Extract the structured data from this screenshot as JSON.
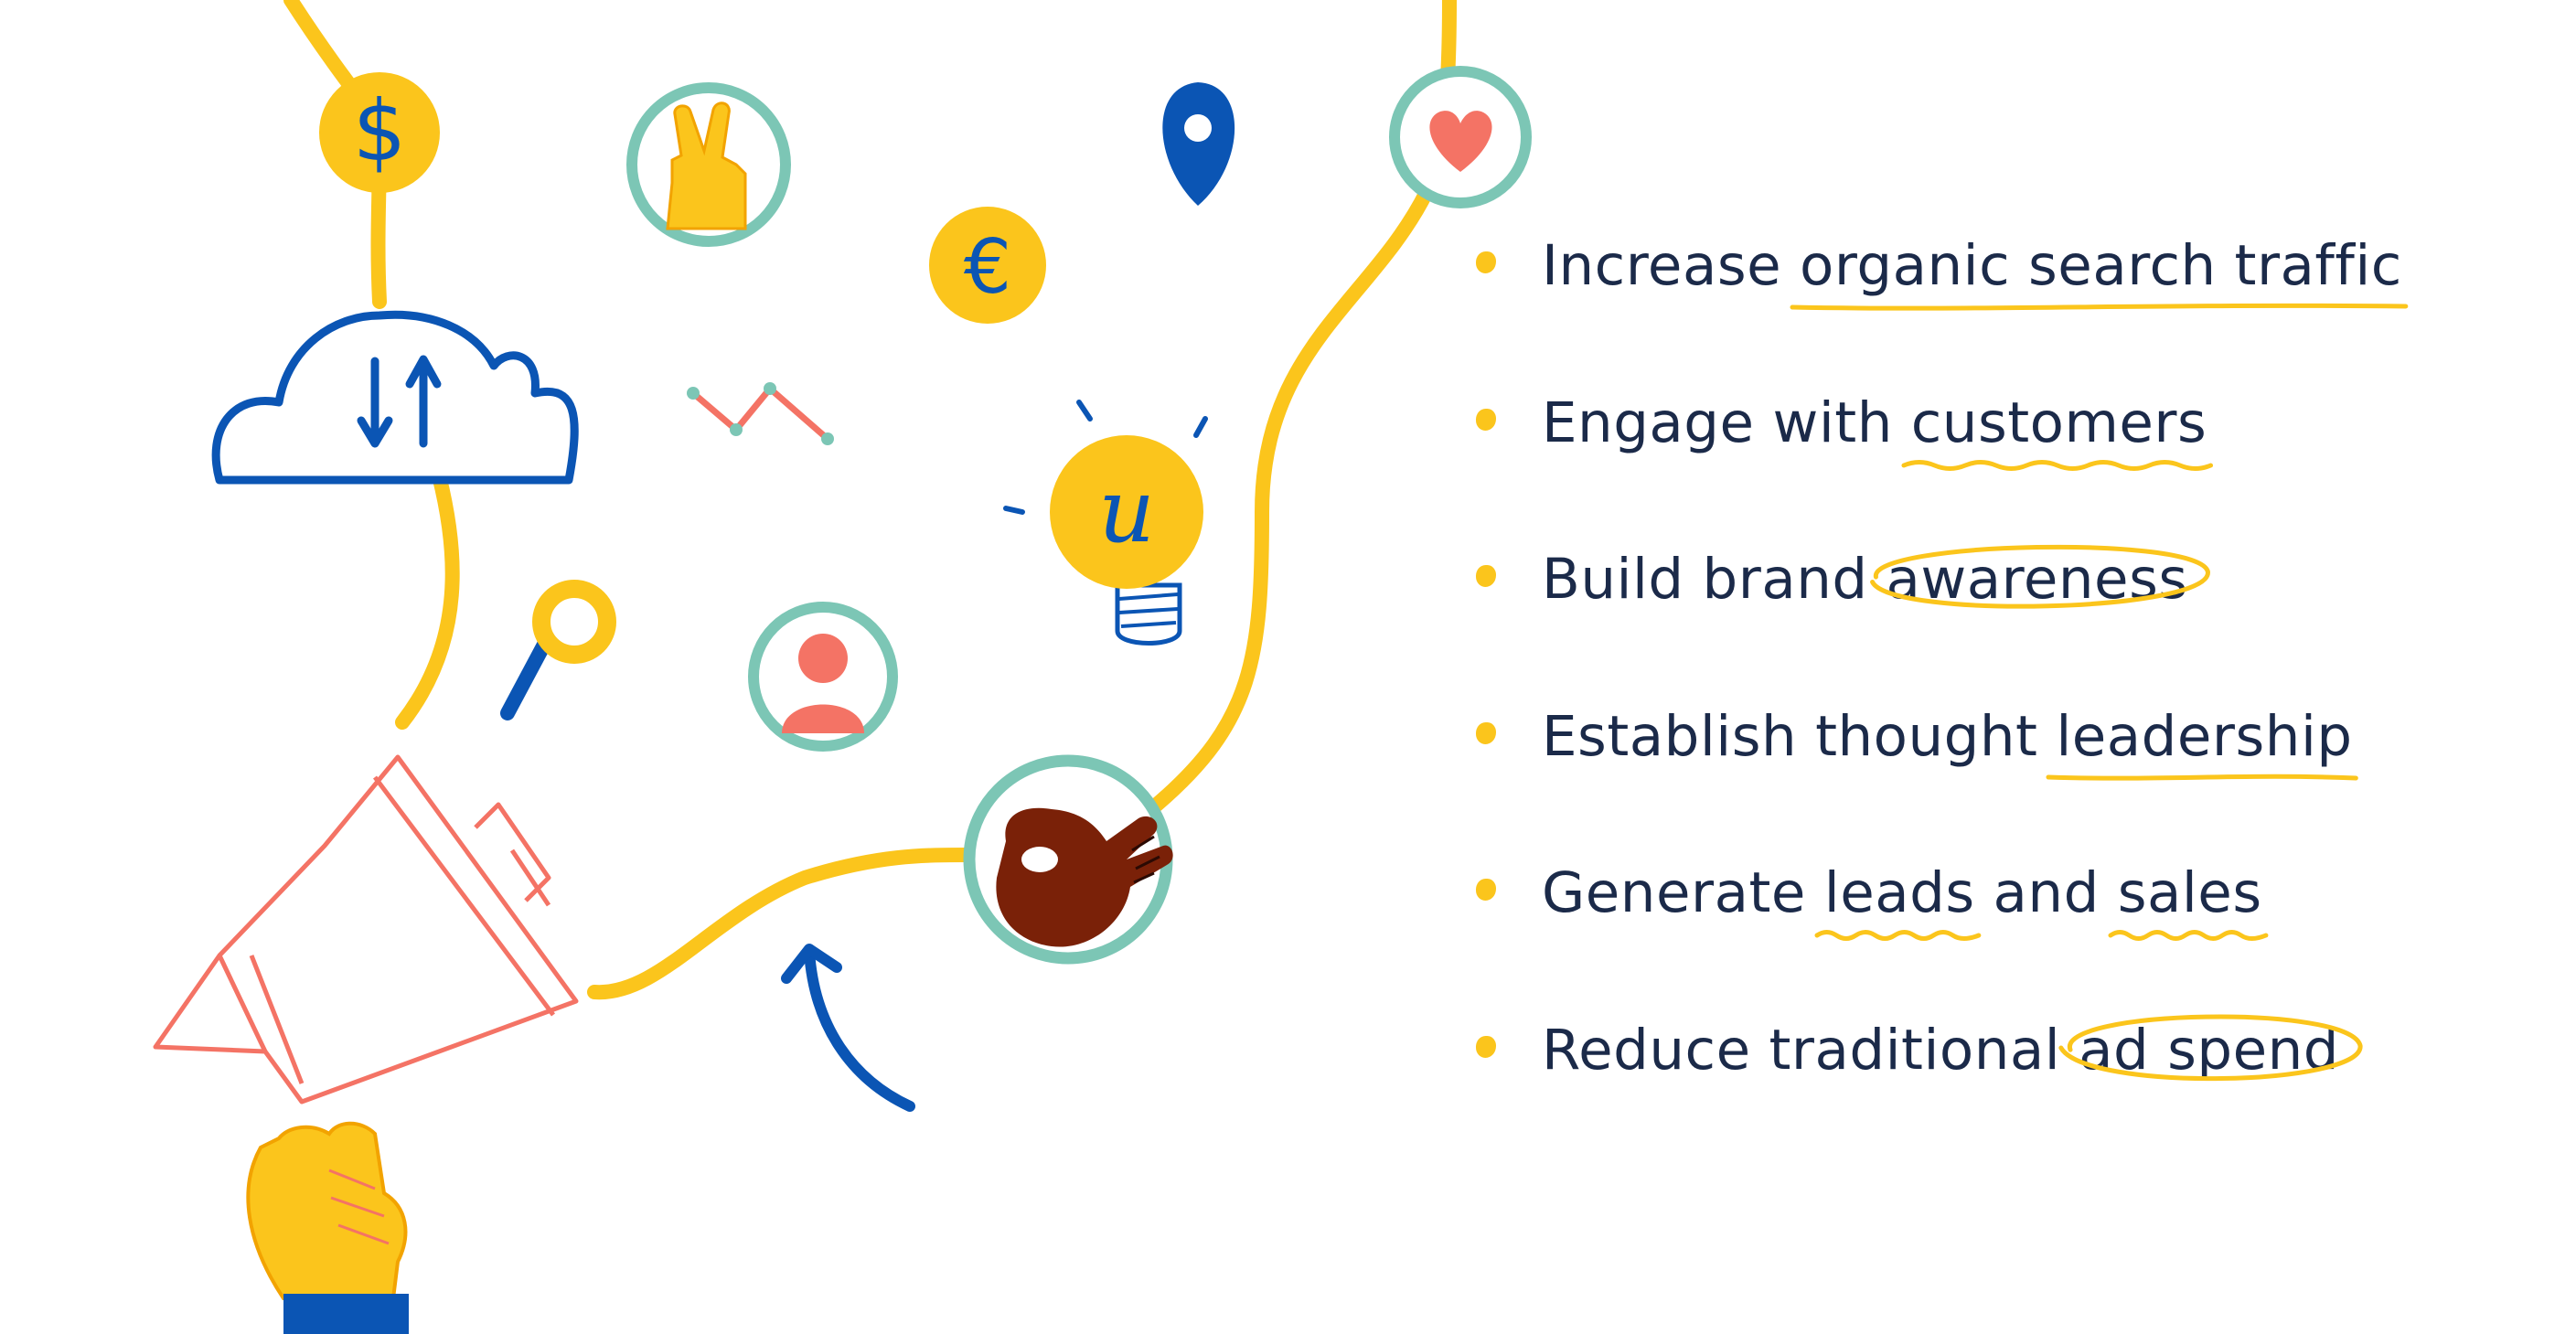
{
  "goals": [
    {
      "pre": "Increase ",
      "highlight": "organic search traffic",
      "post": "",
      "mark": "underline"
    },
    {
      "pre": "Engage with ",
      "highlight": "customers",
      "post": "",
      "mark": "wave"
    },
    {
      "pre": "Build brand ",
      "highlight": "awareness",
      "post": "",
      "mark": "circle"
    },
    {
      "pre": "Establish thought ",
      "highlight": "leadership",
      "post": "",
      "mark": "underline"
    },
    {
      "pre": "Generate ",
      "highlight": "leads",
      "post": " and ",
      "highlight2": "sales",
      "mark": "wave"
    },
    {
      "pre": "Reduce traditional ",
      "highlight": "ad spend",
      "post": "",
      "mark": "circle"
    }
  ],
  "icons": {
    "dollar_glyph": "$",
    "euro_glyph": "€",
    "lightbulb_glyph": "u",
    "names": [
      "dollar-icon",
      "cloud-sync-icon",
      "peace-hand-icon",
      "euro-icon",
      "location-pin-icon",
      "heart-icon",
      "trend-line-icon",
      "lightbulb-icon",
      "search-icon",
      "user-icon",
      "ok-hand-icon",
      "megaphone-icon",
      "arrow-icon"
    ]
  },
  "colors": {
    "yellow": "#fbc51c",
    "blue": "#0b55b4",
    "teal": "#7cc6b5",
    "coral": "#f47365",
    "navy_text": "#1b2a49",
    "brown": "#7a2108"
  }
}
